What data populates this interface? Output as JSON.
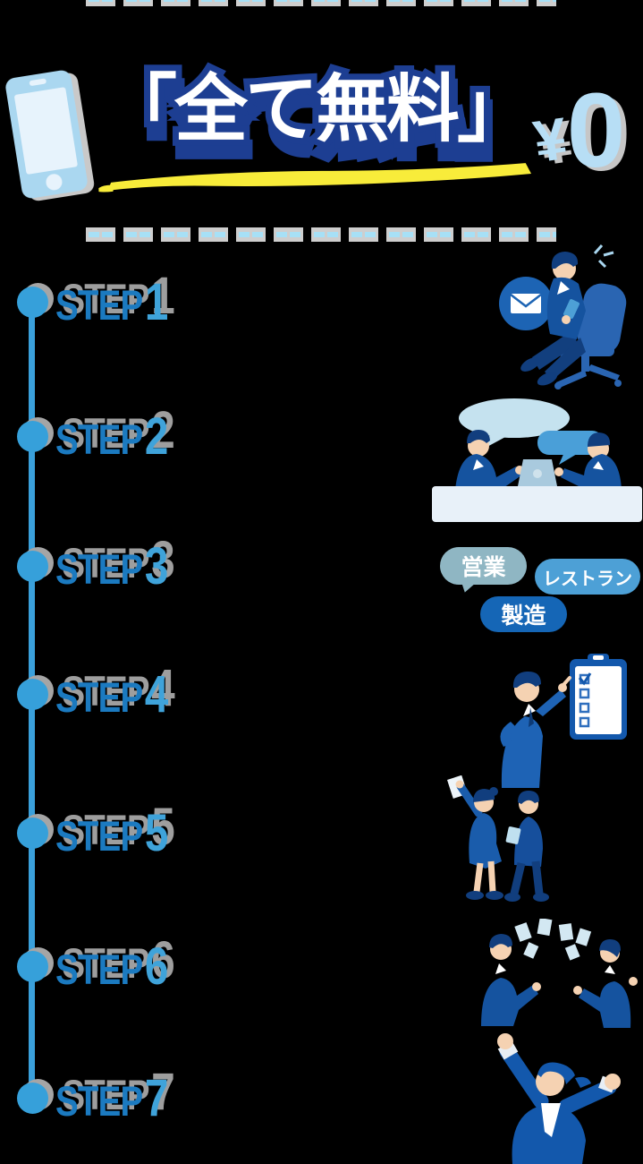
{
  "header": {
    "title": "「全て無料」",
    "price": {
      "currency": "¥",
      "amount": "0"
    },
    "colors": {
      "title_fill": "#ffffff",
      "title_outline": "#1d3e92",
      "highlight_yellow": "#f8ec3a",
      "price_blue": "#b7def5",
      "phone_body": "#aad7f0",
      "phone_screen": "#e7f3fc"
    }
  },
  "dividers": {
    "dash_blue": "#a7e0f6",
    "dash_gray": "#cecece"
  },
  "timeline": {
    "line_color": "#3aa0db",
    "dot_color": "#36a0da",
    "step_word_color": "#1b7ac0",
    "step_number_color": "#3fa3da",
    "steps": [
      {
        "word": "STEP",
        "num": "1"
      },
      {
        "word": "STEP",
        "num": "2"
      },
      {
        "word": "STEP",
        "num": "3"
      },
      {
        "word": "STEP",
        "num": "4"
      },
      {
        "word": "STEP",
        "num": "5"
      },
      {
        "word": "STEP",
        "num": "6"
      },
      {
        "word": "STEP",
        "num": "7"
      }
    ]
  },
  "tags": [
    {
      "label": "営業",
      "color": "#8fb6c3"
    },
    {
      "label": "レストラン",
      "color": "#4da0d6"
    },
    {
      "label": "製造",
      "color": "#1566b6"
    }
  ],
  "icons": {
    "phone": "smartphone-icon",
    "envelope": "envelope-icon",
    "sparkle": "sparkle-icon"
  },
  "illustrations": {
    "step1": "person-sitting-office-chair-with-mail-bubble",
    "step2": "two-people-meeting-at-laptop-with-speech-bubbles",
    "step3": "industry-tag-bubbles",
    "step4": "man-pointing-at-checklist-clipboard",
    "step5": "two-people-walking-with-documents",
    "step6": "two-people-exchanging-flying-papers",
    "step7": "person-celebrating-arms-raised"
  }
}
